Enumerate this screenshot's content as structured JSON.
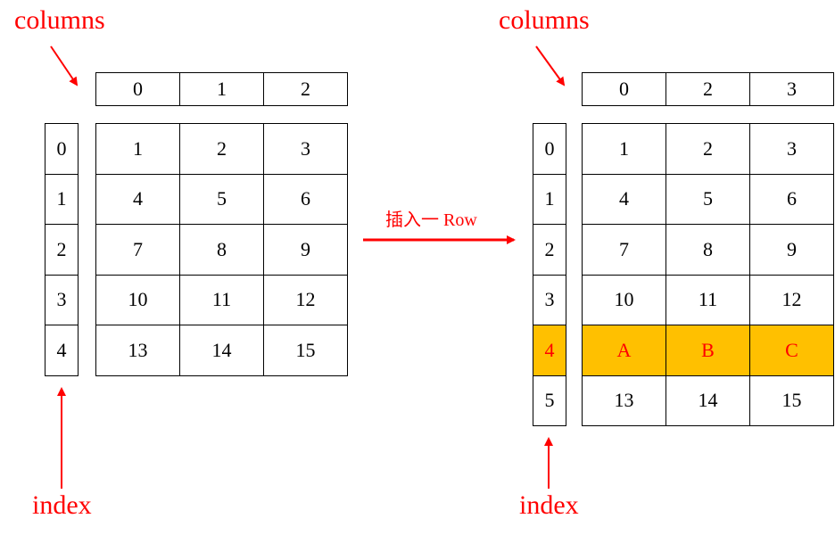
{
  "left": {
    "columns_label": "columns",
    "index_label": "index",
    "columns": [
      "0",
      "1",
      "2"
    ],
    "index": [
      "0",
      "1",
      "2",
      "3",
      "4"
    ],
    "rows": [
      [
        "1",
        "2",
        "3"
      ],
      [
        "4",
        "5",
        "6"
      ],
      [
        "7",
        "8",
        "9"
      ],
      [
        "10",
        "11",
        "12"
      ],
      [
        "13",
        "14",
        "15"
      ]
    ]
  },
  "operation": {
    "label": "插入一 Row",
    "color": "#ff0000"
  },
  "right": {
    "columns_label": "columns",
    "index_label": "index",
    "columns": [
      "0",
      "2",
      "3"
    ],
    "index": [
      "0",
      "1",
      "2",
      "3",
      "4",
      "5"
    ],
    "rows": [
      [
        "1",
        "2",
        "3"
      ],
      [
        "4",
        "5",
        "6"
      ],
      [
        "7",
        "8",
        "9"
      ],
      [
        "10",
        "11",
        "12"
      ],
      [
        "A",
        "B",
        "C"
      ],
      [
        "13",
        "14",
        "15"
      ]
    ],
    "highlight_row": 4,
    "highlight_color": "#ffc000"
  }
}
